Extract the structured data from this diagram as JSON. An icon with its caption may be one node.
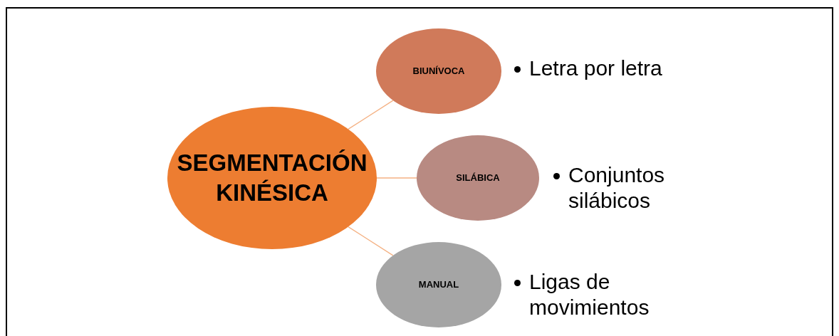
{
  "diagram": {
    "nodes": [
      {
        "text": [
          "SEGMENTACIÓN KINÉSICA"
        ]
      },
      {
        "text": [
          "BIUNÍVOCA"
        ],
        "beside": [
          "Letra por letra"
        ]
      },
      {
        "text": [
          "SILÁBICA"
        ],
        "beside": [
          "Conjuntos silábicos"
        ]
      },
      {
        "text": [
          "MANUAL"
        ],
        "beside": [
          "Ligas de movimientos"
        ]
      }
    ],
    "edges": [
      {
        "from": 0,
        "to": 1,
        "arrow": "none"
      },
      {
        "from": 0,
        "to": 2,
        "arrow": "none"
      },
      {
        "from": 0,
        "to": 3,
        "arrow": "none"
      }
    ]
  }
}
